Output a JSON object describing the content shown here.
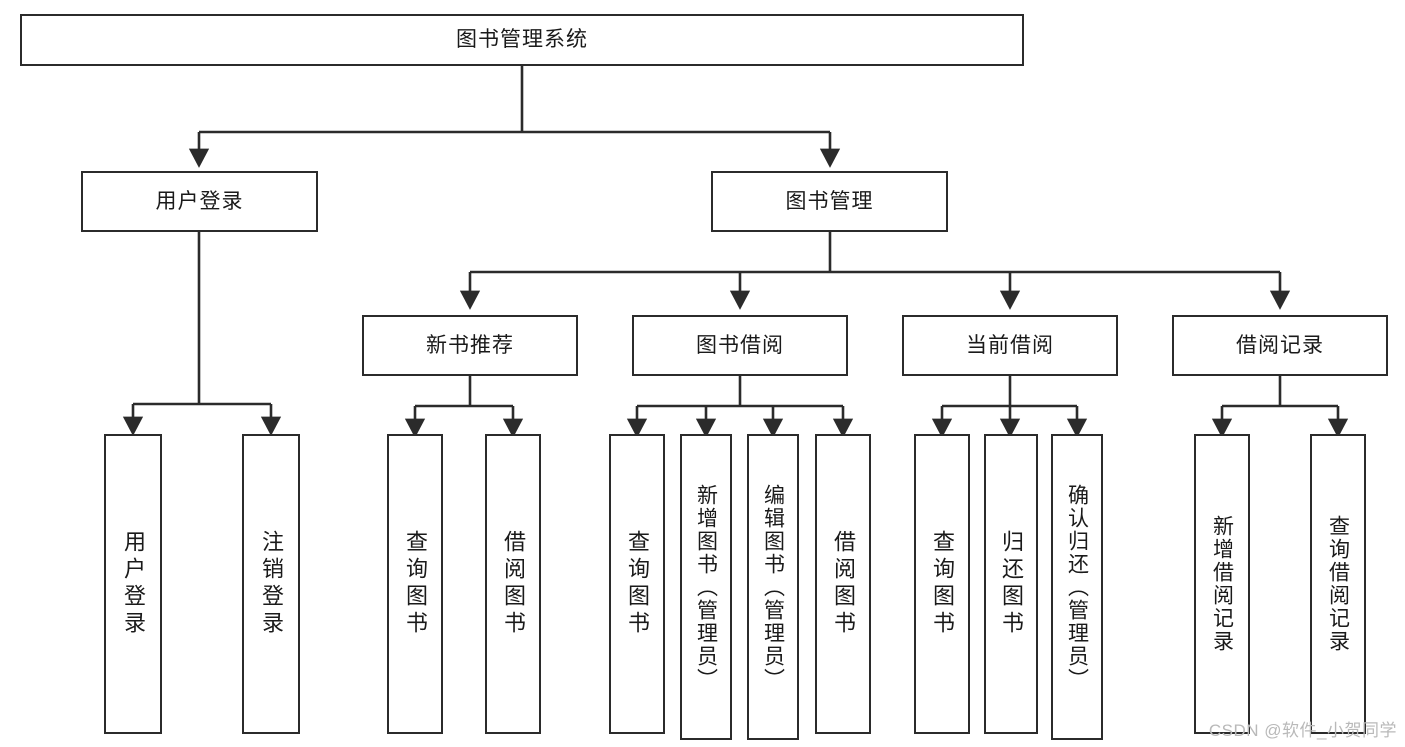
{
  "diagram": {
    "title": "图书管理系统",
    "type": "hierarchy-tree",
    "watermark": "CSDN @软件_小贺同学",
    "colors": {
      "stroke": "#2b2b2b",
      "fill": "#ffffff",
      "text": "#1a1a1a",
      "watermark": "#b9b9b9"
    },
    "root": {
      "label": "图书管理系统"
    },
    "level2": [
      {
        "label": "用户登录"
      },
      {
        "label": "图书管理"
      }
    ],
    "level3": [
      {
        "label": "新书推荐"
      },
      {
        "label": "图书借阅"
      },
      {
        "label": "当前借阅"
      },
      {
        "label": "借阅记录"
      }
    ],
    "leaves": {
      "user_login": [
        {
          "label": "用户登录"
        },
        {
          "label": "注销登录"
        }
      ],
      "new_book_recommend": [
        {
          "label": "查询图书"
        },
        {
          "label": "借阅图书"
        }
      ],
      "book_borrow": [
        {
          "label": "查询图书"
        },
        {
          "label": "新增图书（管理员）"
        },
        {
          "label": "编辑图书（管理员）"
        },
        {
          "label": "借阅图书"
        }
      ],
      "current_borrow": [
        {
          "label": "查询图书"
        },
        {
          "label": "归还图书"
        },
        {
          "label": "确认归还（管理员）"
        }
      ],
      "borrow_record": [
        {
          "label": "新增借阅记录"
        },
        {
          "label": "查询借阅记录"
        }
      ]
    }
  }
}
